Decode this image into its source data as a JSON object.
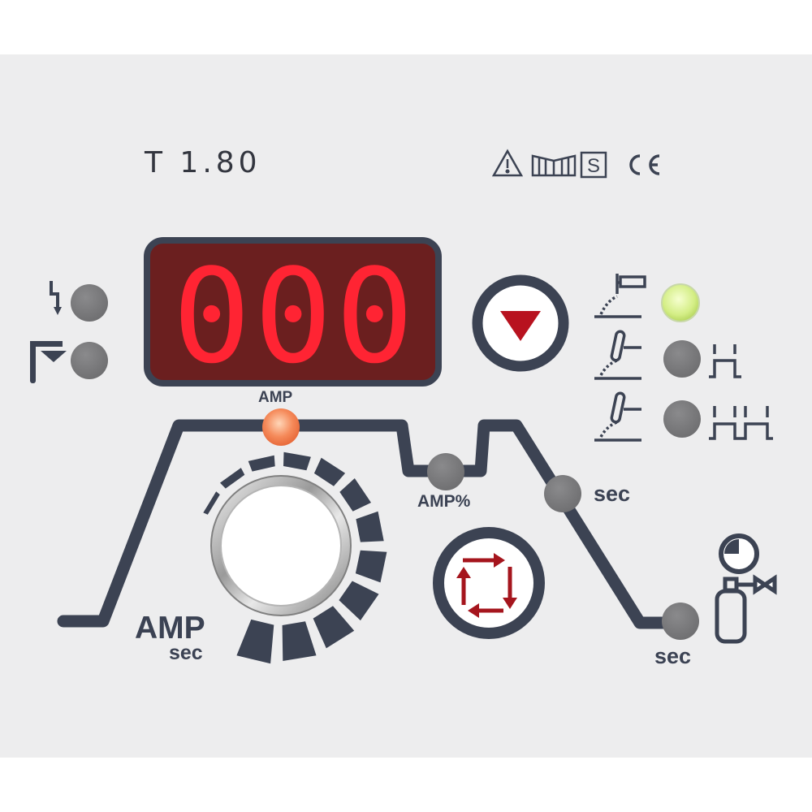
{
  "panel": {
    "model": "T 1.80",
    "display": {
      "digits": "000"
    },
    "labels": {
      "amp_top": "AMP",
      "amp_percent": "AMP%",
      "sec_slope": "sec",
      "sec_postgas": "sec",
      "knob_amp": "AMP",
      "knob_sec": "sec"
    },
    "leds": [
      {
        "name": "hf-start",
        "state": "off"
      },
      {
        "name": "lift-start",
        "state": "off"
      },
      {
        "name": "mma-mode",
        "state": "on",
        "color": "#d8f08a"
      },
      {
        "name": "tig-2t",
        "state": "off"
      },
      {
        "name": "tig-4t",
        "state": "off"
      },
      {
        "name": "welding-current",
        "state": "on",
        "color": "#f2835a"
      },
      {
        "name": "second-current",
        "state": "off"
      },
      {
        "name": "downslope",
        "state": "off"
      },
      {
        "name": "postgas",
        "state": "off"
      }
    ],
    "icons": [
      "warning-icon",
      "manual-icon",
      "s-mark-icon",
      "ce-mark-icon",
      "mode-down-arrow-icon",
      "cycle-arrows-icon"
    ],
    "colors": {
      "line": "#3c4353",
      "display_bg": "#6b1f1f",
      "digit": "#ff2433",
      "button_arrow": "#b8121f",
      "led_off": "#7c7c7e"
    }
  }
}
